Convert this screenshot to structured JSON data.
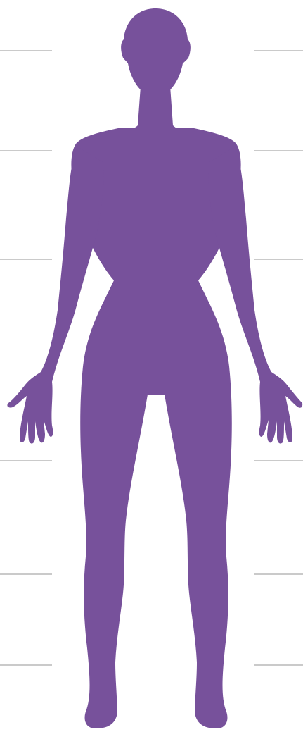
{
  "colors": {
    "background": "#ffffff",
    "silhouette": "#77519b",
    "guide_line": "#b8b8b8"
  },
  "figure": {
    "icon": "female-body-silhouette-icon",
    "view": "front"
  },
  "guide_lines": {
    "left_count": 6,
    "right_count": 6
  }
}
